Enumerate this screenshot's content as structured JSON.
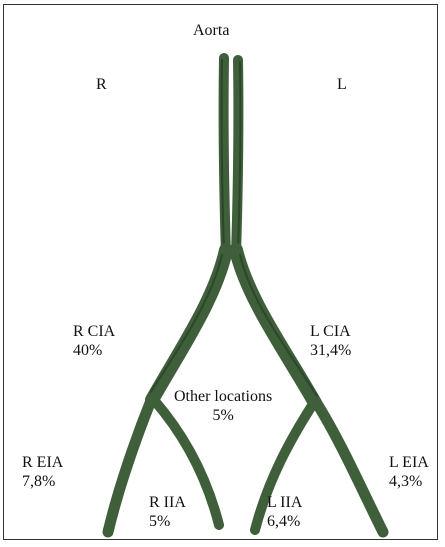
{
  "title": "Aorta",
  "side_right": "R",
  "side_left": "L",
  "vessel_color": "#3f5e3a",
  "vessel_color_dark": "#1f3420",
  "labels": {
    "r_cia": {
      "name": "R CIA",
      "pct": "40%"
    },
    "l_cia": {
      "name": "L CIA",
      "pct": "31,4%"
    },
    "other": {
      "name": "Other locations",
      "pct": "5%"
    },
    "r_eia": {
      "name": "R EIA",
      "pct": "7,8%"
    },
    "l_eia": {
      "name": "L EIA",
      "pct": "4,3%"
    },
    "r_iia": {
      "name": "R IIA",
      "pct": "5%"
    },
    "l_iia": {
      "name": "L IIA",
      "pct": "6,4%"
    }
  }
}
